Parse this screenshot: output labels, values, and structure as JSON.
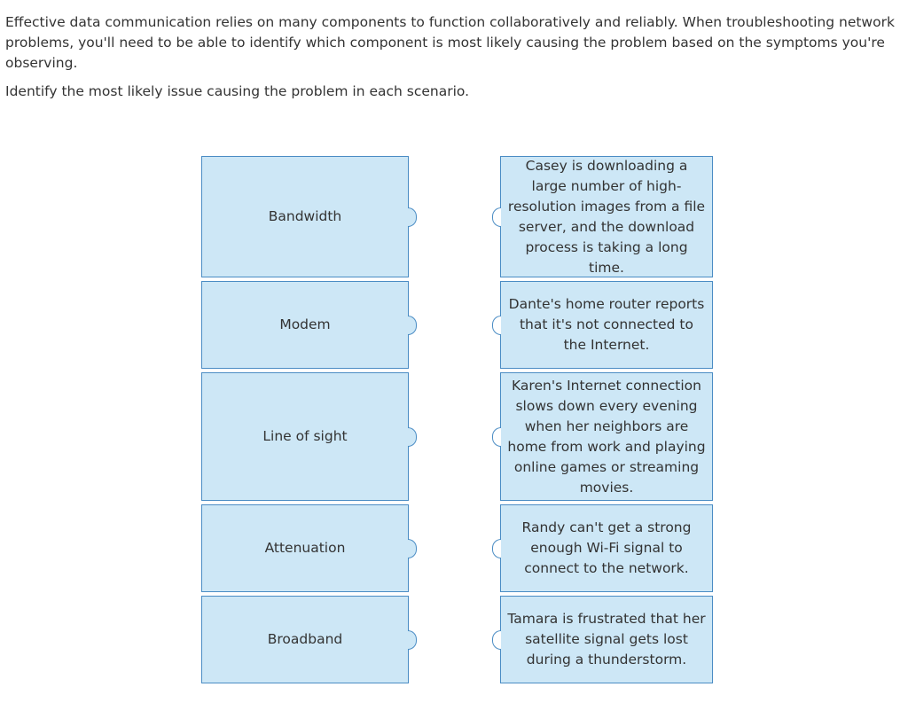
{
  "intro": "Effective data communication relies on many components to function collaboratively and reliably. When troubleshooting network problems, you'll need to be able to identify which component is most likely causing the problem based on the symptoms you're observing.",
  "prompt": "Identify the most likely issue causing the problem in each scenario.",
  "terms": [
    {
      "label": "Bandwidth"
    },
    {
      "label": "Modem"
    },
    {
      "label": "Line of sight"
    },
    {
      "label": "Attenuation"
    },
    {
      "label": "Broadband"
    }
  ],
  "scenarios": [
    {
      "text": "Casey is downloading a large number of high-resolution images from a file server, and the download process is taking a long time."
    },
    {
      "text": "Dante's home router reports that it's not connected to the Internet."
    },
    {
      "text": "Karen's Internet connection slows down every evening when her neighbors are home from work and playing online games or streaming movies."
    },
    {
      "text": "Randy can't get a strong enough Wi-Fi signal to connect to the network."
    },
    {
      "text": "Tamara is frustrated that her satellite signal gets lost during a thunderstorm."
    }
  ],
  "colors": {
    "card_fill": "#cde7f6",
    "card_border": "#4a8cc4",
    "text": "#333333"
  },
  "icons": {
    "term_connector": "tab-out-connector",
    "scenario_connector": "tab-in-socket"
  }
}
